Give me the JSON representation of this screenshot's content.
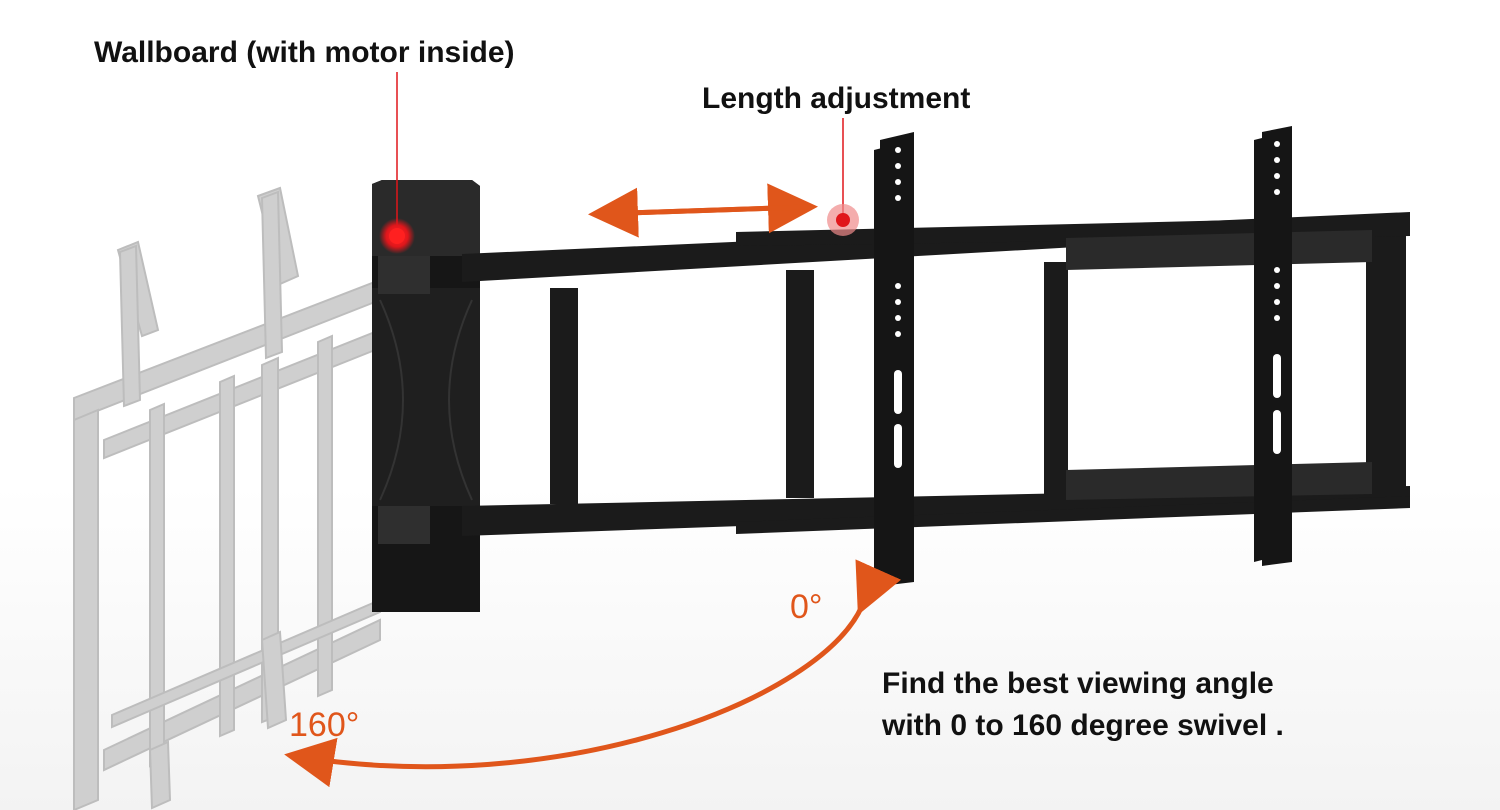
{
  "labels": {
    "wallboard": "Wallboard (with motor inside)",
    "length_adjustment": "Length adjustment",
    "viewing_line1": "Find the best viewing angle",
    "viewing_line2": "with 0 to 160 degree swivel ."
  },
  "angles": {
    "start": "0°",
    "end": "160°"
  },
  "colors": {
    "accent_arrow": "#e0561b",
    "marker_red": "#e0161b",
    "metal_dark": "#1b1b1b",
    "ghost_gray": "#c9c9c9",
    "text": "#111111"
  }
}
